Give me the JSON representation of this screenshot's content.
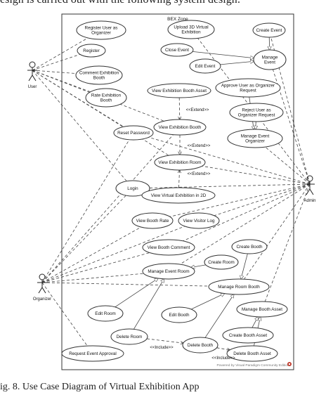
{
  "captions": {
    "top": "esign is carried out with the following system design:",
    "bottom": "ig. 8.  Use Case Diagram of Virtual Exhibition App"
  },
  "system": {
    "name": "BEX Zone"
  },
  "watermark": "Powered by Visual Paradigm Community Edition",
  "actors": {
    "user": "User",
    "admin": "Admin",
    "organizer": "Organizer"
  },
  "use_cases": {
    "register_user_as_organizer": [
      "Register User as",
      "Organizer"
    ],
    "register": [
      "Register"
    ],
    "comment_exhibition_booth": [
      "Comment Exhibition",
      "Booth"
    ],
    "rate_exhibition_booth": [
      "Rate Exhibition",
      "Booth"
    ],
    "upload_3d_virtual_exhibition": [
      "Upload 3D Virtual",
      "Exhibition"
    ],
    "create_event": [
      "Create Event"
    ],
    "close_event": [
      "Close Event"
    ],
    "edit_event": [
      "Edit Event"
    ],
    "manage_event": [
      "Manage",
      "Event"
    ],
    "view_exhibition_booth_asset": [
      "View Exhibition Booth Asset"
    ],
    "approve_user_as_organizer_request": [
      "Approve User as Organizer",
      "Request"
    ],
    "view_exhibition_booth": [
      "View Exhibition Booth"
    ],
    "reject_user_as_organizer_request": [
      "Reject User as",
      "Organizer Request"
    ],
    "reset_password": [
      "Reset Password"
    ],
    "manage_event_organizer": [
      "Manage Event",
      "Organizer"
    ],
    "view_exhibition_room": [
      "View Exhibition Room"
    ],
    "login": [
      "Login"
    ],
    "view_virtual_exhibition_2d": [
      "View Virtual Exhibition in 2D"
    ],
    "view_booth_rate": [
      "View Booth Rate"
    ],
    "view_visitor_log": [
      "View Visitor Log"
    ],
    "view_booth_comment": [
      "View Booth Comment"
    ],
    "create_booth": [
      "Create Booth"
    ],
    "create_room": [
      "Create Room"
    ],
    "manage_event_room": [
      "Manage Event Room"
    ],
    "manage_room_booth": [
      "Manage Room Booth"
    ],
    "manage_booth_asset": [
      "Manage Booth Asset"
    ],
    "edit_room": [
      "Edit Room"
    ],
    "edit_booth": [
      "Edit Booth"
    ],
    "create_booth_asset": [
      "Create Booth Asset"
    ],
    "delete_room": [
      "Delete Room"
    ],
    "request_event_approval": [
      "Request Event Approval"
    ],
    "delete_booth": [
      "Delete Booth"
    ],
    "delete_booth_asset": [
      "Delete Booth Asset"
    ]
  },
  "stereotypes": {
    "extend": "<<Extend>>",
    "include": "<<Include>>"
  }
}
